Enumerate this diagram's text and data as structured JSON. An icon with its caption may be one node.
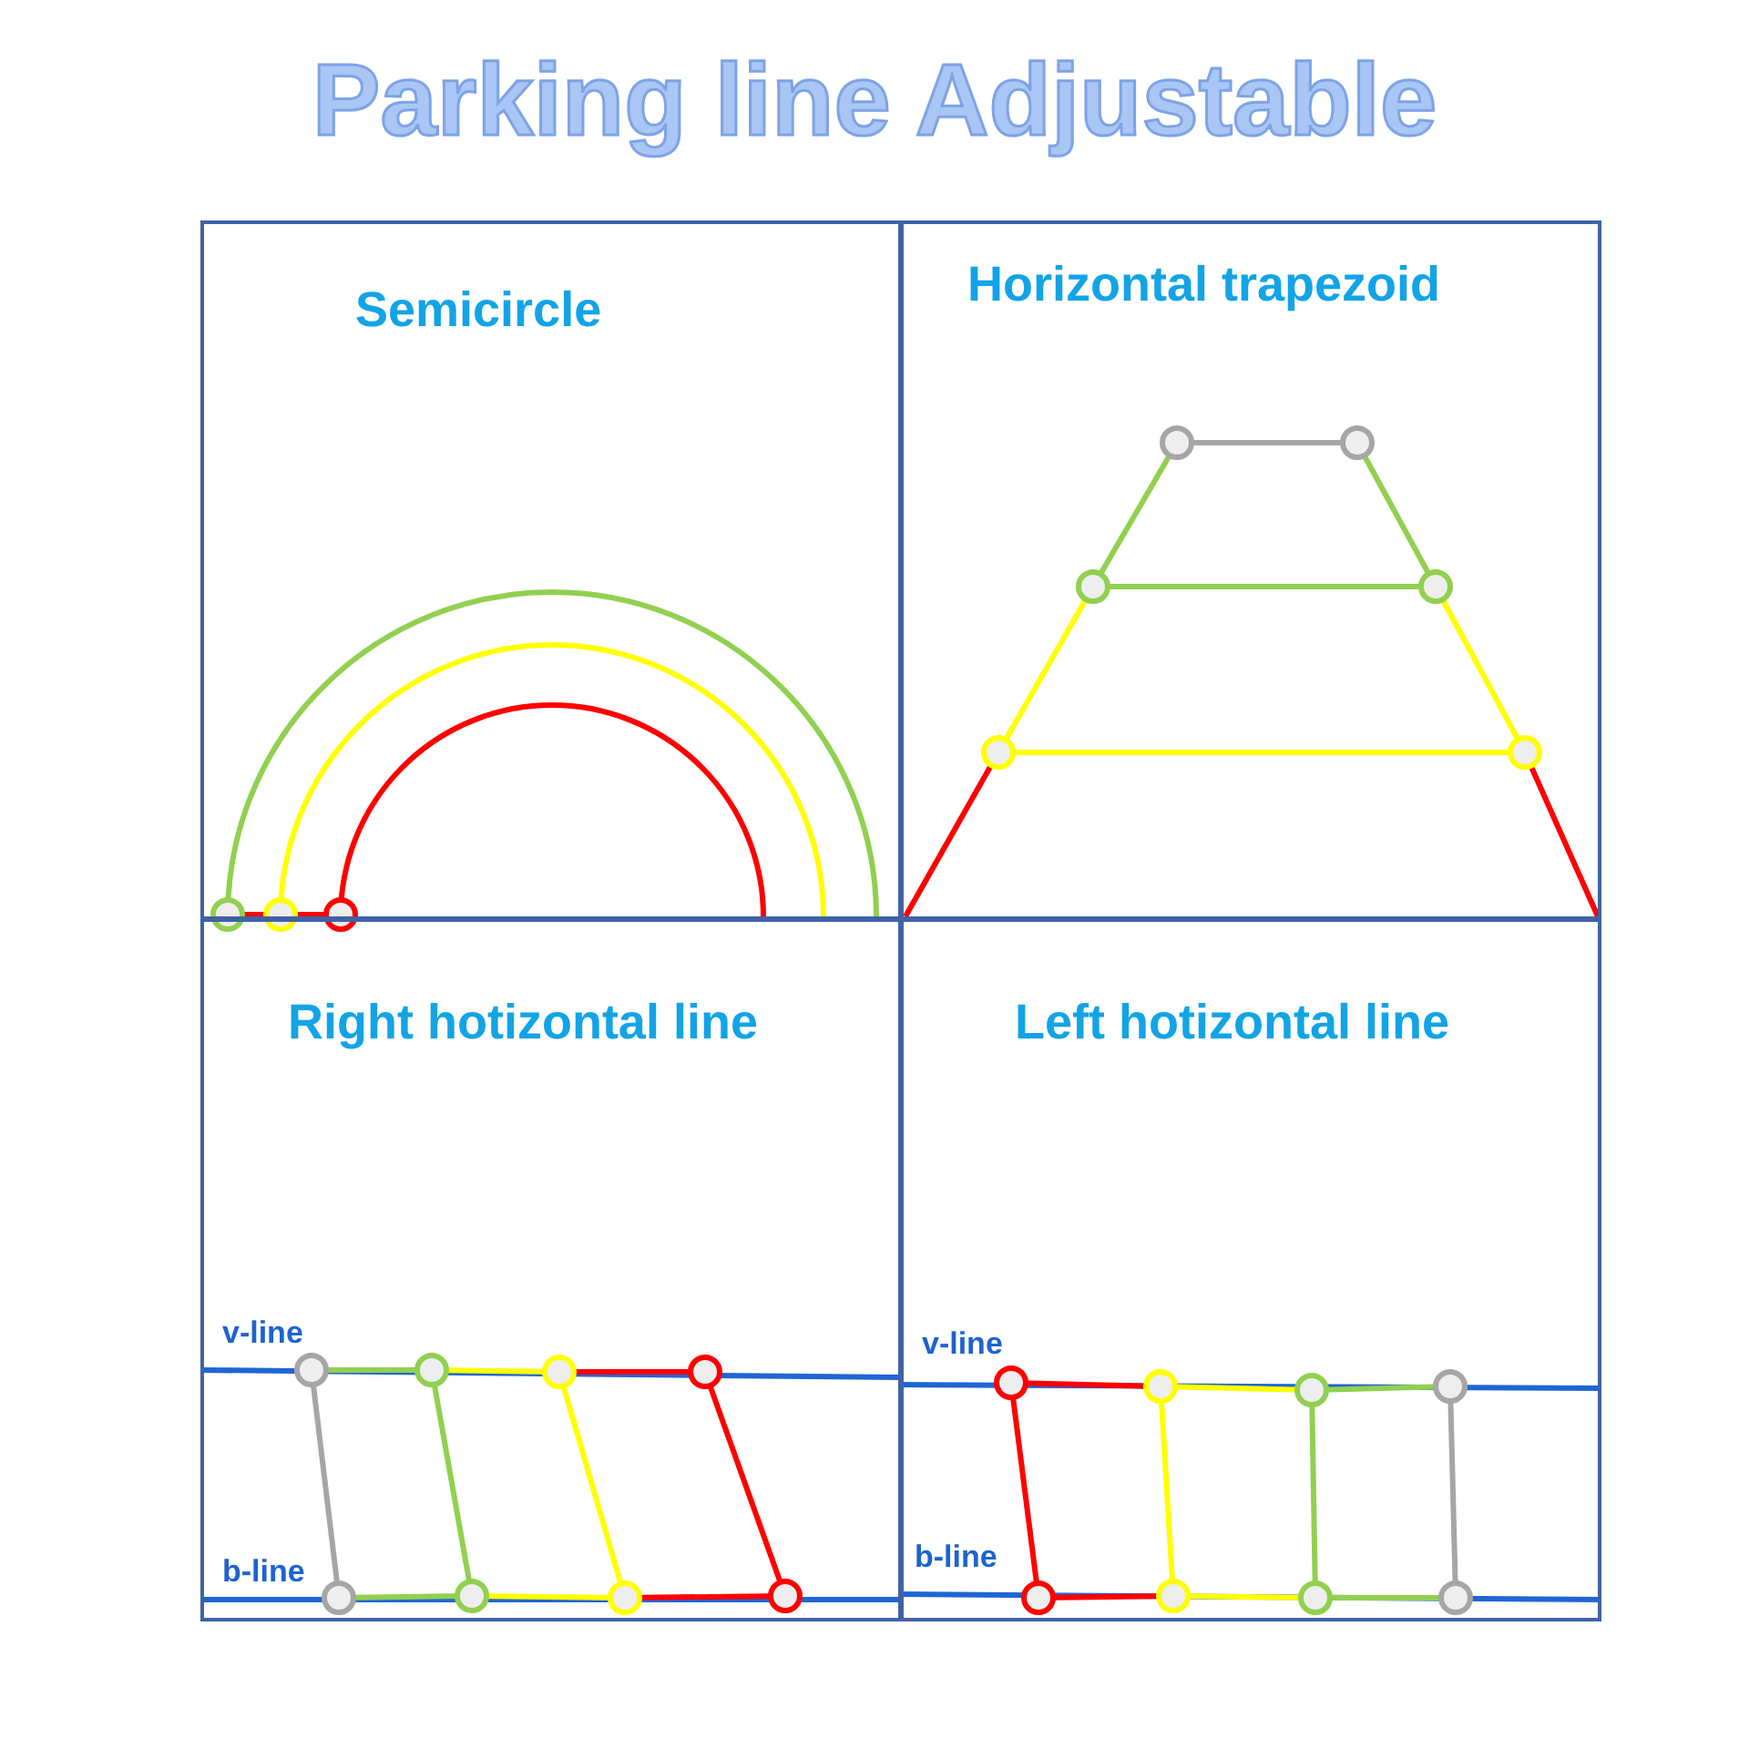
{
  "diagram": {
    "title": "Parking line Adjustable",
    "nodes": [
      {
        "text": [
          "Semicircle"
        ]
      },
      {
        "text": [
          "Horizontal trapezoid"
        ]
      },
      {
        "text": [
          "Right hotizontal line"
        ]
      },
      {
        "text": [
          "Left hotizontal line"
        ]
      }
    ],
    "labels": [
      "v-line",
      "b-line",
      "v-line",
      "b-line"
    ]
  }
}
